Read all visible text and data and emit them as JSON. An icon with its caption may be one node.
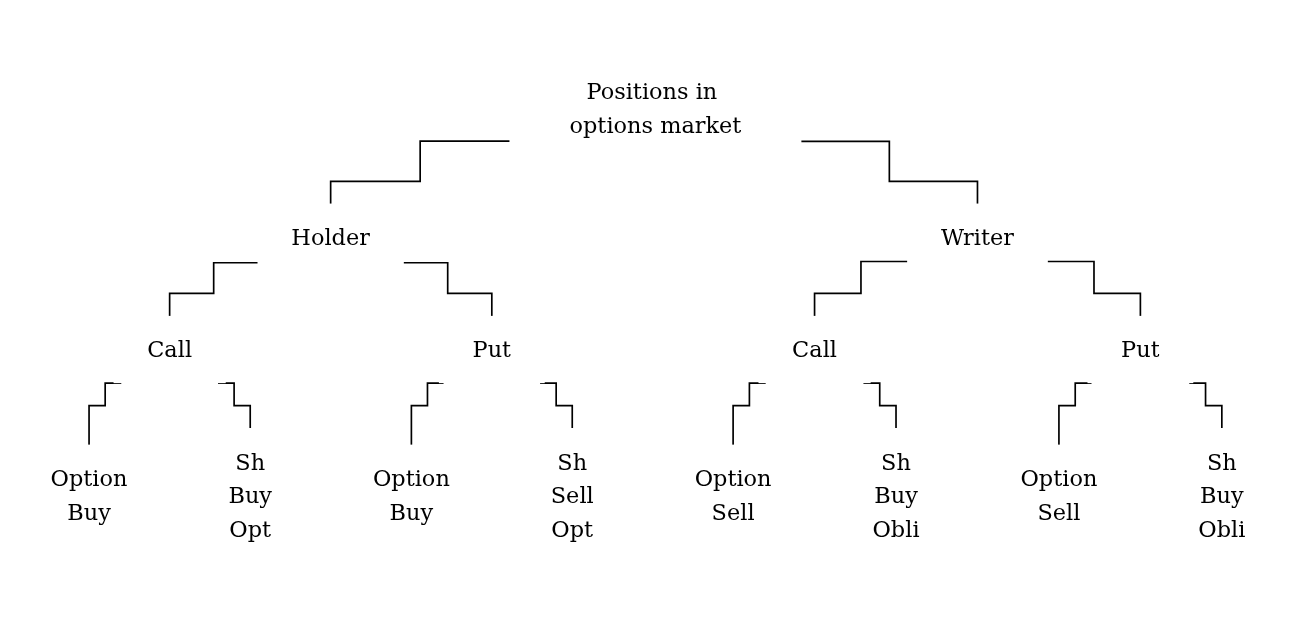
{
  "diagram": {
    "nodes": [
      {
        "text": [
          "Positions in options market"
        ]
      },
      {
        "text": [
          "Holder"
        ]
      },
      {
        "text": [
          "Writer"
        ]
      },
      {
        "text": [
          "Call"
        ]
      },
      {
        "text": [
          "Put"
        ]
      },
      {
        "text": [
          "Call"
        ]
      },
      {
        "text": [
          "Put"
        ]
      },
      {
        "text": [
          "Option",
          "Buy"
        ]
      },
      {
        "text": [
          "Sh",
          "Buy",
          "Opt"
        ]
      },
      {
        "text": [
          "Option",
          "Buy"
        ]
      },
      {
        "text": [
          "Sh",
          "Sell",
          "Opt"
        ]
      },
      {
        "text": [
          "Option",
          "Sell"
        ]
      },
      {
        "text": [
          "Sh",
          "Buy",
          "Obli"
        ]
      },
      {
        "text": [
          "Option",
          "Sell"
        ]
      },
      {
        "text": [
          "Sh",
          "Buy",
          "Obli"
        ]
      }
    ],
    "edges": [
      {
        "from": 0,
        "to": 1,
        "arrow": "none"
      },
      {
        "from": 0,
        "to": 2,
        "arrow": "none"
      },
      {
        "from": 1,
        "to": 3,
        "arrow": "none"
      },
      {
        "from": 1,
        "to": 4,
        "arrow": "none"
      },
      {
        "from": 2,
        "to": 5,
        "arrow": "none"
      },
      {
        "from": 2,
        "to": 6,
        "arrow": "none"
      },
      {
        "from": 3,
        "to": 7,
        "arrow": "none"
      },
      {
        "from": 3,
        "to": 8,
        "arrow": "none"
      },
      {
        "from": 4,
        "to": 9,
        "arrow": "none"
      },
      {
        "from": 4,
        "to": 10,
        "arrow": "none"
      },
      {
        "from": 5,
        "to": 11,
        "arrow": "none"
      },
      {
        "from": 5,
        "to": 12,
        "arrow": "none"
      },
      {
        "from": 6,
        "to": 13,
        "arrow": "none"
      },
      {
        "from": 6,
        "to": 14,
        "arrow": "none"
      }
    ]
  }
}
